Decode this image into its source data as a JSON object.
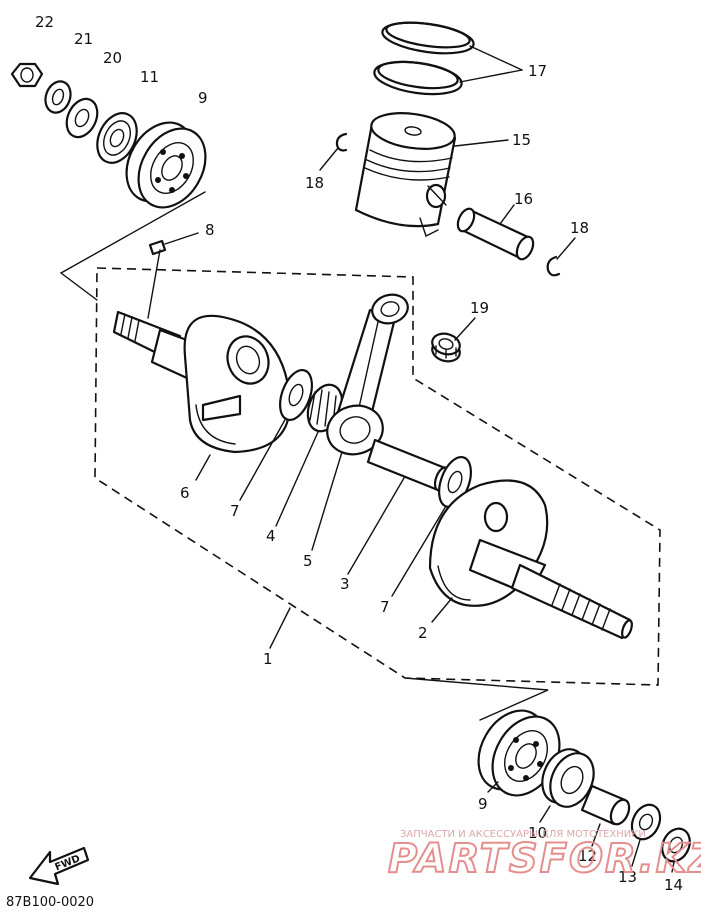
{
  "diagram_code": "87B100-0020",
  "fwd_label": "FWD",
  "watermark": {
    "caption": "ЗАПЧАСТИ И АКСЕССУАРЫ ДЛЯ МОТОТЕХНИКИ",
    "brand": "PARTSFOR.KZ"
  },
  "part_numbers": {
    "p1": "1",
    "p2": "2",
    "p3": "3",
    "p4": "4",
    "p5": "5",
    "p6": "6",
    "p7a": "7",
    "p7b": "7",
    "p8": "8",
    "p9a": "9",
    "p9b": "9",
    "p10": "10",
    "p11": "11",
    "p12": "12",
    "p13": "13",
    "p14": "14",
    "p15": "15",
    "p16": "16",
    "p17": "17",
    "p18a": "18",
    "p18b": "18",
    "p19": "19",
    "p20": "20",
    "p21": "21",
    "p22": "22"
  }
}
